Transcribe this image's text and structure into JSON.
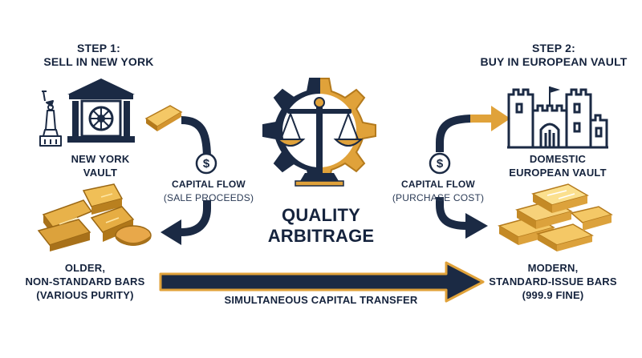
{
  "step1": {
    "title_line1": "STEP 1:",
    "title_line2": "SELL IN NEW YORK",
    "vault_line1": "NEW YORK",
    "vault_line2": "VAULT",
    "bars_line1": "OLDER,",
    "bars_line2": "NON-STANDARD BARS",
    "bars_line3": "(VARIOUS PURITY)",
    "flow_label": "CAPITAL FLOW",
    "flow_sub": "(SALE PROCEEDS)"
  },
  "step2": {
    "title_line1": "STEP 2:",
    "title_line2": "BUY IN EUROPEAN VAULT",
    "vault_line1": "DOMESTIC",
    "vault_line2": "EUROPEAN VAULT",
    "bars_line1": "MODERN,",
    "bars_line2": "STANDARD-ISSUE BARS",
    "bars_line3": "(999.9 FINE)",
    "flow_label": "CAPITAL FLOW",
    "flow_sub": "(PURCHASE COST)"
  },
  "center": {
    "title_line1": "QUALITY",
    "title_line2": "ARBITRAGE"
  },
  "transfer": {
    "label": "SIMULTANEOUS CAPITAL TRANSFER"
  },
  "icons": {
    "dollar_symbol": "$"
  },
  "colors": {
    "navy": "#1b2a44",
    "gold": "#e0a23a",
    "gold_light": "#f4c866",
    "gold_dark": "#b47a1c"
  }
}
